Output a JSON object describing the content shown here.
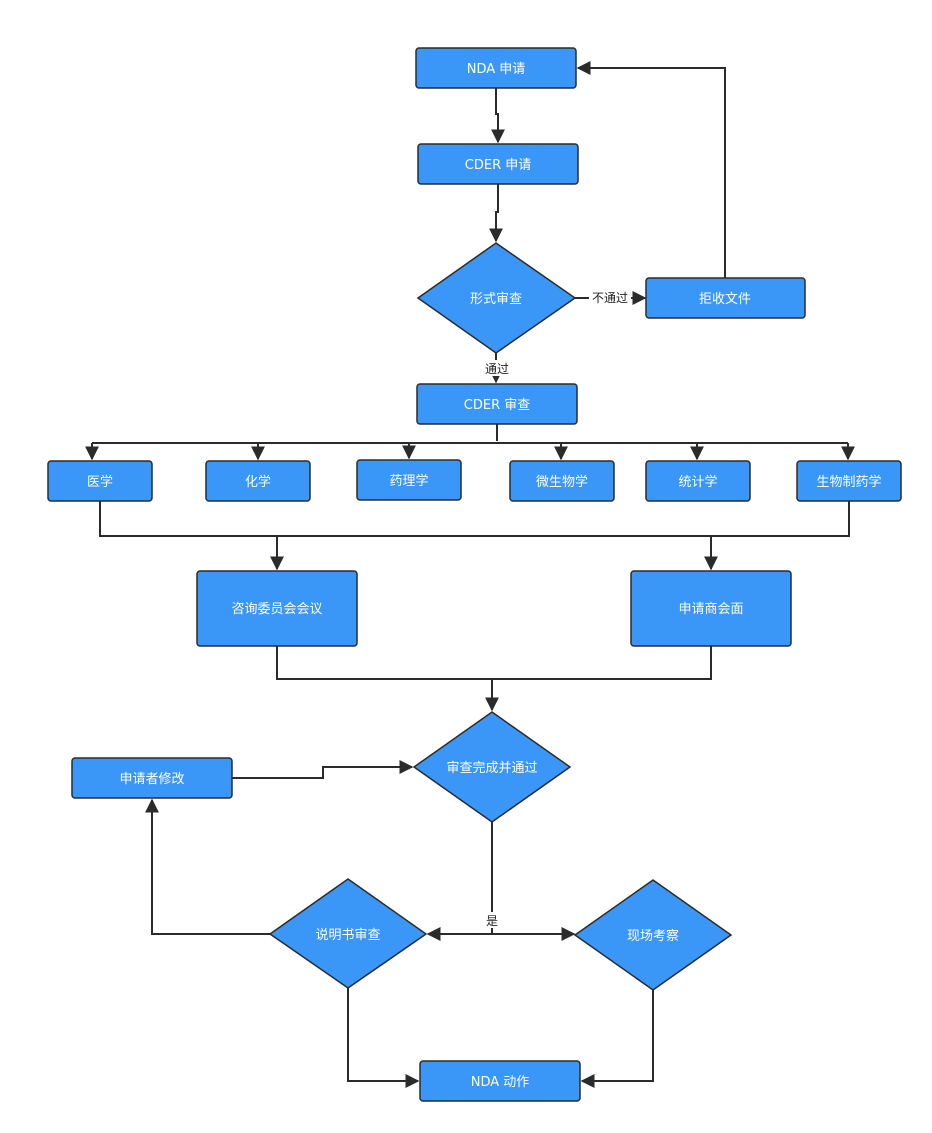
{
  "colors": {
    "node_fill": "#3a96f7",
    "line": "#2b2b2b",
    "background": "#ffffff"
  },
  "nodes": {
    "nda_apply": "NDA 申请",
    "cder_apply": "CDER 申请",
    "format_review": "形式审查",
    "reject": "拒收文件",
    "cder_review": "CDER 审查",
    "medicine": "医学",
    "chemistry": "化学",
    "pharmacology": "药理学",
    "microbiology": "微生物学",
    "statistics": "统计学",
    "biopharma": "生物制药学",
    "advisory": "咨询委员会会议",
    "sponsor_meeting": "申请商会面",
    "review_pass": "审查完成并通过",
    "applicant_modify": "申请者修改",
    "label_review": "说明书审查",
    "site_inspection": "现场考察",
    "nda_action": "NDA 动作"
  },
  "edge_labels": {
    "not_pass": "不通过",
    "pass": "通过",
    "yes": "是"
  }
}
